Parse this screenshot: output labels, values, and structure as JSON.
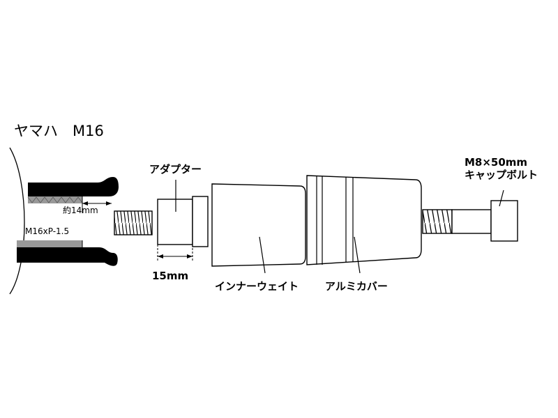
{
  "title": "ヤマハ　M16",
  "labels": {
    "depth": "約14mm",
    "thread": "M16xP-1.5",
    "adapter": "アダプター",
    "adapter_width": "15mm",
    "inner_weight": "インナーウェイト",
    "alu_cover": "アルミカバー",
    "bolt_size": "M8×50mm",
    "bolt_name": "キャップボルト"
  },
  "colors": {
    "ink": "#000000",
    "thread_gray": "#999999",
    "paper": "#ffffff"
  }
}
